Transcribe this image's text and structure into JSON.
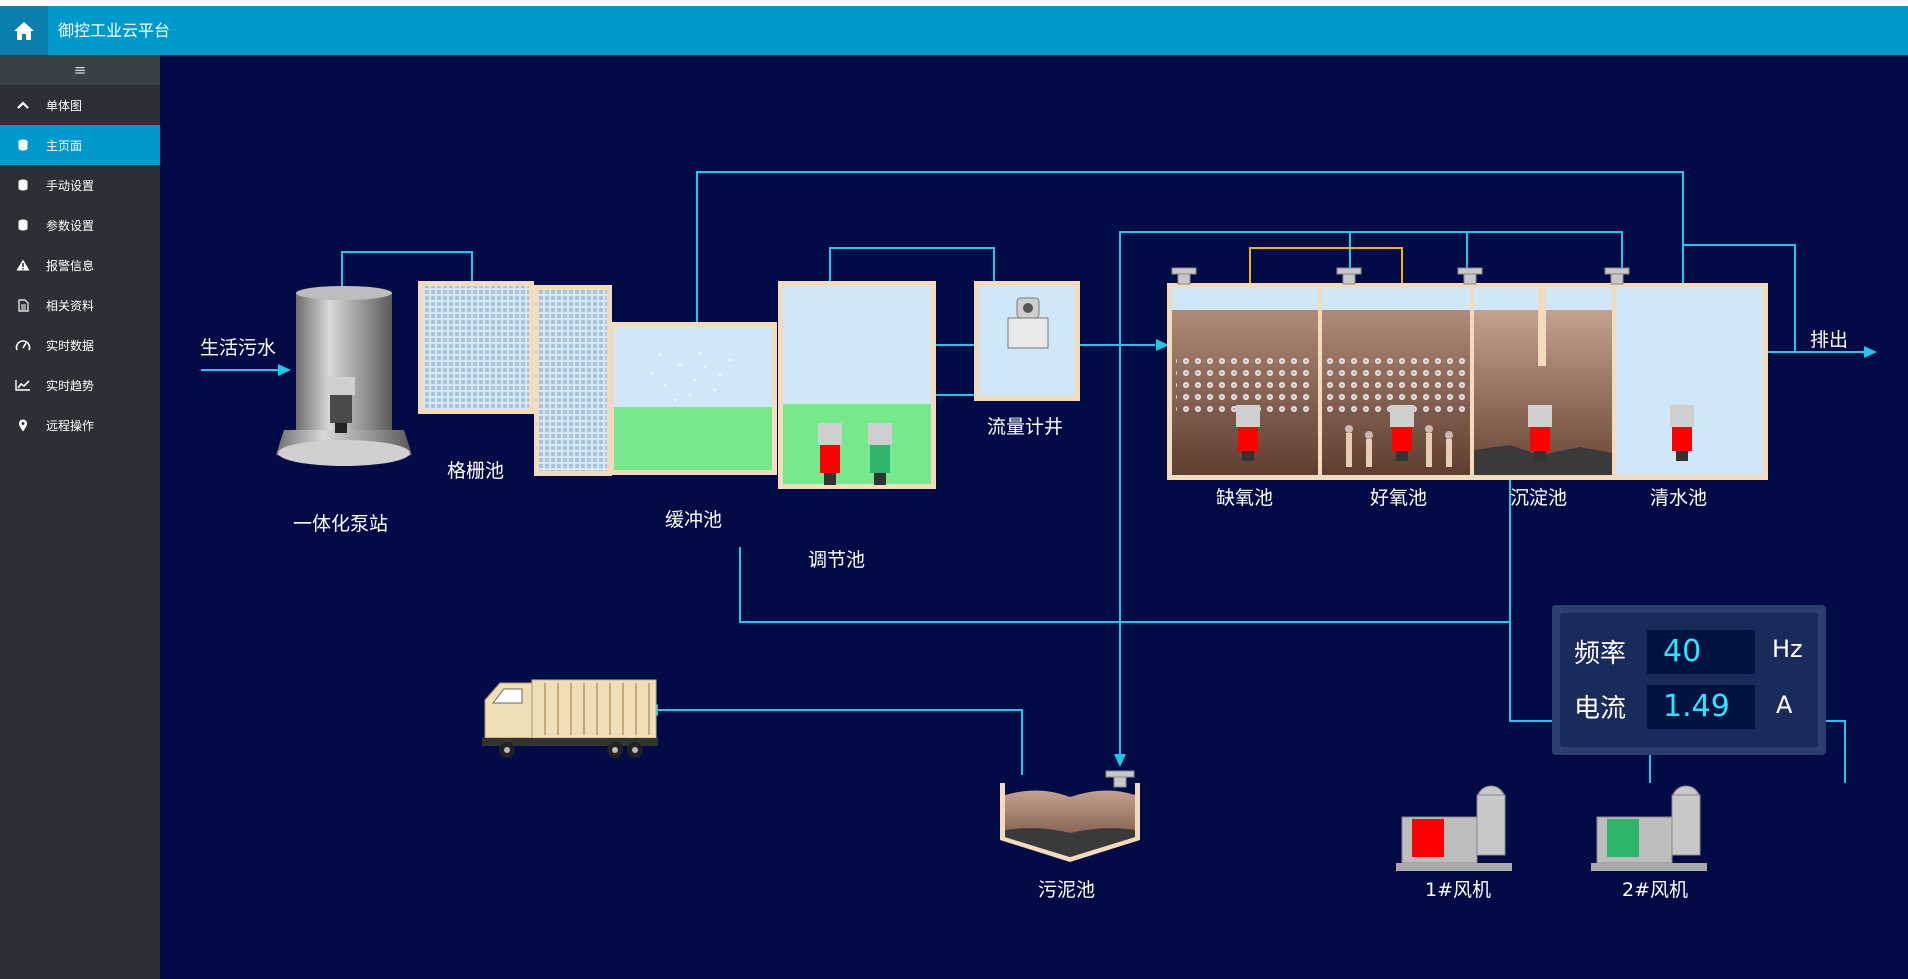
{
  "app": {
    "title": "御控工业云平台"
  },
  "sidebar": {
    "toggle": "≡",
    "items": [
      {
        "label": "单体图",
        "icon": "chevron-up-icon"
      },
      {
        "label": "主页面",
        "icon": "database-icon",
        "active": true
      },
      {
        "label": "手动设置",
        "icon": "database-icon"
      },
      {
        "label": "参数设置",
        "icon": "database-icon"
      },
      {
        "label": "报警信息",
        "icon": "warning-icon"
      },
      {
        "label": "相关资料",
        "icon": "document-icon"
      },
      {
        "label": "实时数据",
        "icon": "gauge-icon"
      },
      {
        "label": "实时趋势",
        "icon": "line-chart-icon"
      },
      {
        "label": "远程操作",
        "icon": "map-pin-icon"
      }
    ]
  },
  "diagram": {
    "inlet": "生活污水",
    "outlet": "排出",
    "pump_station": "一体化泵站",
    "grille": "格栅池",
    "buffer": "缓冲池",
    "regulating": "调节池",
    "flow_well": "流量计井",
    "anoxic": "缺氧池",
    "aerobic": "好氧池",
    "sedimentation": "沉淀池",
    "clear_water": "清水池",
    "sludge": "污泥池",
    "fan1": "1#风机",
    "fan2": "2#风机"
  },
  "status_panel": {
    "frequency_label": "频率",
    "frequency_value": "40",
    "frequency_unit": "Hz",
    "current_label": "电流",
    "current_value": "1.49",
    "current_unit": "A"
  },
  "colors": {
    "topbar": "#0099cc",
    "sidebar": "#2b3036",
    "canvas": "#020b45",
    "pipe": "#1fc8e8",
    "return_pipe": "#f5b400",
    "pump_on": "#ff0000",
    "pump_off": "#2db36a"
  }
}
